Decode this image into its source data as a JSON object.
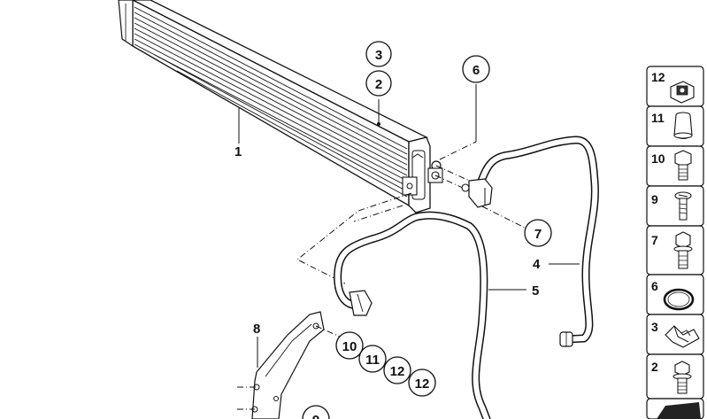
{
  "labels": {
    "cooler": "1",
    "hose_4": "4",
    "hose_5": "5",
    "bracket": "8"
  },
  "callouts": [
    {
      "id": "c3",
      "text": "3"
    },
    {
      "id": "c2",
      "text": "2"
    },
    {
      "id": "c6",
      "text": "6"
    },
    {
      "id": "c7",
      "text": "7"
    },
    {
      "id": "c10",
      "text": "10"
    },
    {
      "id": "c11",
      "text": "11"
    },
    {
      "id": "c12a",
      "text": "12"
    },
    {
      "id": "c12b",
      "text": "12"
    },
    {
      "id": "c9",
      "text": "9"
    }
  ],
  "parts_panel": [
    {
      "number": "12",
      "icon": "clip-nut-icon"
    },
    {
      "number": "11",
      "icon": "rubber-bush-icon"
    },
    {
      "number": "10",
      "icon": "hex-bolt-icon"
    },
    {
      "number": "9",
      "icon": "screw-icon"
    },
    {
      "number": "7",
      "icon": "collar-bolt-icon"
    },
    {
      "number": "6",
      "icon": "o-ring-icon"
    },
    {
      "number": "3",
      "icon": "hose-clamp-icon"
    },
    {
      "number": "2",
      "icon": "short-bolt-icon"
    }
  ]
}
